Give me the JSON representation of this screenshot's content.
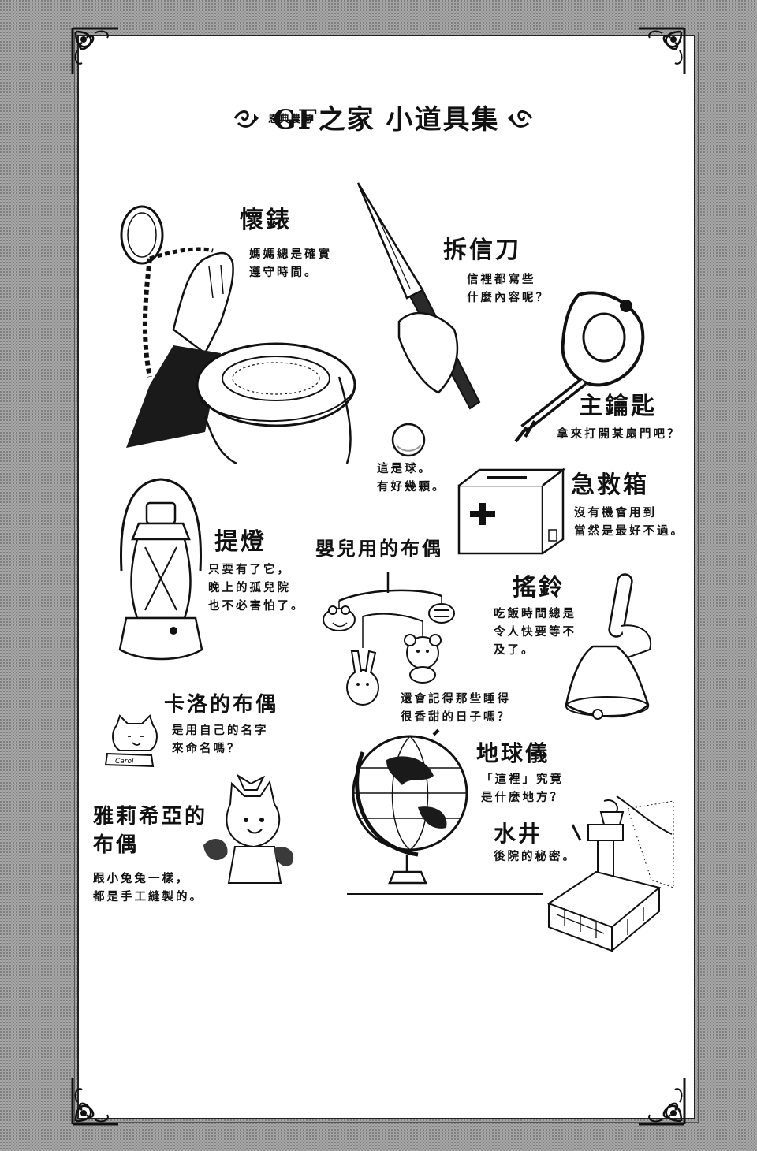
{
  "header": {
    "subtitle": "恩典農場",
    "title": "GF之家 小道具集"
  },
  "items": [
    {
      "id": "pocket-watch",
      "label": "懷錶",
      "desc": [
        "媽媽總是確實",
        "遵守時間。"
      ]
    },
    {
      "id": "letter-opener",
      "label": "拆信刀",
      "desc": [
        "信裡都寫些",
        "什麼內容呢？"
      ]
    },
    {
      "id": "master-key",
      "label": "主鑰匙",
      "desc": [
        "拿來打開某扇門吧？"
      ]
    },
    {
      "id": "ball",
      "label": "",
      "desc": [
        "這是球。",
        "有好幾顆。"
      ]
    },
    {
      "id": "first-aid-kit",
      "label": "急救箱",
      "desc": [
        "沒有機會用到",
        "當然是最好不過。"
      ]
    },
    {
      "id": "lantern",
      "label": "提燈",
      "desc": [
        "只要有了它，",
        "晚上的孤兒院",
        "也不必害怕了。"
      ]
    },
    {
      "id": "baby-mobile",
      "label": "嬰兒用的布偶",
      "desc": [
        "還會記得那些睡得",
        "很香甜的日子嗎？"
      ]
    },
    {
      "id": "hand-bell",
      "label": "搖鈴",
      "desc": [
        "吃飯時間總是",
        "令人快要等不",
        "及了。"
      ]
    },
    {
      "id": "carol-doll",
      "label": "卡洛的布偶",
      "desc": [
        "是用自己的名字",
        "來命名嗎？"
      ],
      "tag": "Carol"
    },
    {
      "id": "globe",
      "label": "地球儀",
      "desc": [
        "「這裡」究竟",
        "是什麼地方？"
      ]
    },
    {
      "id": "marya-doll",
      "label": "雅莉希亞的",
      "label2": "布偶",
      "desc": [
        "跟小兔兔一樣，",
        "都是手工縫製的。"
      ]
    },
    {
      "id": "well",
      "label": "水井",
      "desc": [
        "後院的秘密。"
      ]
    }
  ],
  "colors": {
    "ink": "#111111",
    "paper": "#ffffff",
    "screen": "#9a9a9a"
  }
}
